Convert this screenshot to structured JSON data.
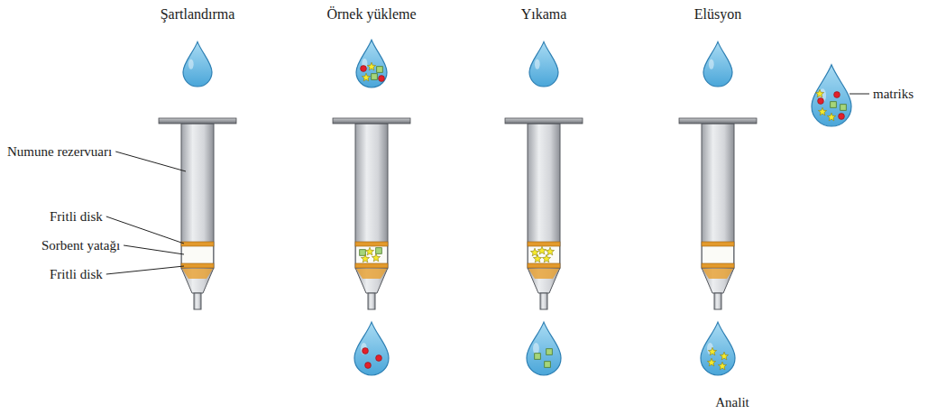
{
  "diagram": {
    "nodes": [
      {
        "text": [
          "Şartlandırma"
        ]
      },
      {
        "text": [
          "Örnek yükleme"
        ]
      },
      {
        "text": [
          "Yıkama"
        ]
      },
      {
        "text": [
          "Elüsyon"
        ]
      }
    ],
    "labels": [
      "Numune rezervuarı",
      "Fritli disk",
      "Sorbent yatağı",
      "Fritli disk",
      "matriks",
      "Analit"
    ]
  }
}
